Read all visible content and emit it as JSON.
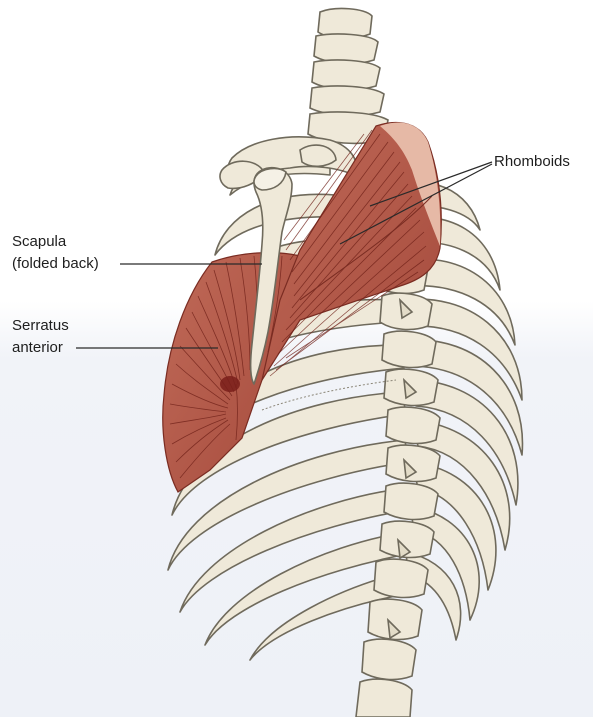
{
  "figure": {
    "labels": {
      "rhomboids": "Rhomboids",
      "scapula_line1": "Scapula",
      "scapula_line2": "(folded back)",
      "serratus_line1": "Serratus",
      "serratus_line2": "anterior"
    },
    "colors": {
      "bone_fill": "#efe9d9",
      "bone_stroke": "#6f6a5c",
      "muscle_fill": "#b55a4a",
      "muscle_fiber": "#6e1f17",
      "tendon_fill": "#e6b9a6",
      "leader_line": "#2a2a2a",
      "background_tint": "#eef1f7"
    }
  }
}
